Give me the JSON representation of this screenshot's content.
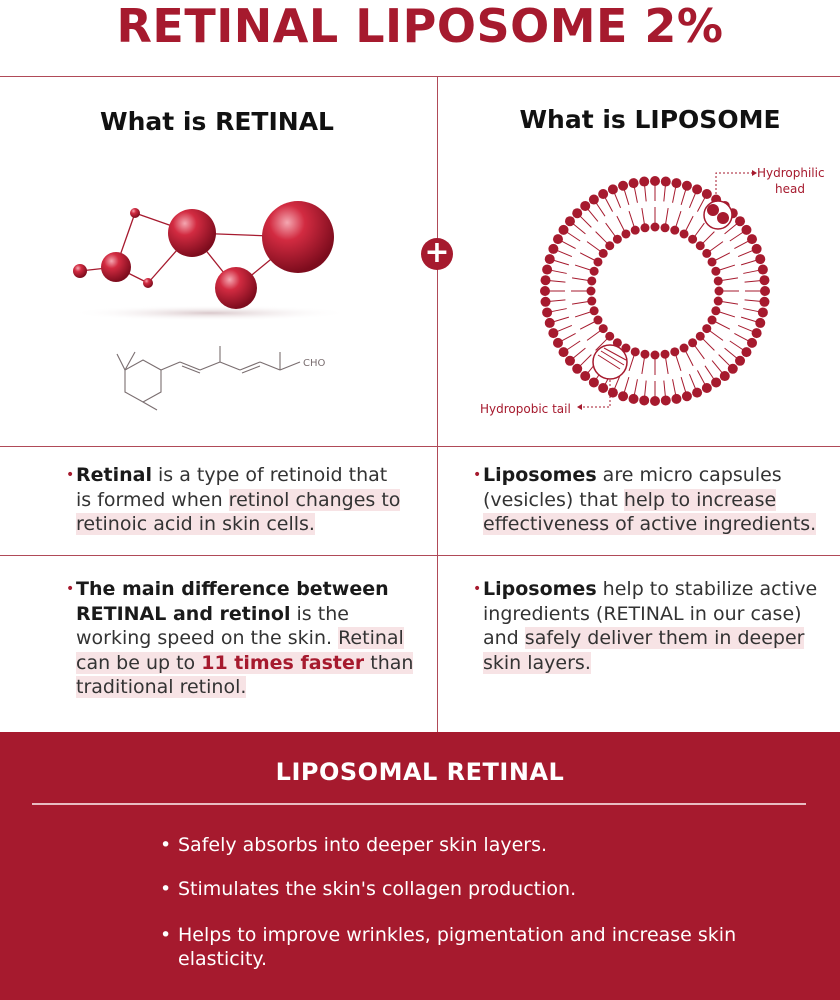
{
  "title": "RETINAL LIPOSOME 2%",
  "left": {
    "heading": "What is RETINAL",
    "formula_label": "CHO",
    "bullet1": {
      "strong": "Retinal",
      "text_a": " is a type of retinoid that is formed when ",
      "highlight": "retinol changes to retinoic acid in skin cells."
    },
    "bullet2": {
      "strong": "The main difference between RETINAL and retinol",
      "text_a": " is the working speed  on the skin. ",
      "highlight_a": "Retinal can be up to ",
      "red": "11 times faster",
      "highlight_b": " than traditional retinol."
    }
  },
  "right": {
    "heading": "What is LIPOSOME",
    "label_head": "Hydrophilic head",
    "label_head_1": "Hydrophilic",
    "label_head_2": "head",
    "label_tail": "Hydropobic tail",
    "bullet1": {
      "strong": "Liposomes",
      "text_a": " are micro capsules (vesicles) that ",
      "highlight": "help to increase effectiveness of active ingredients."
    },
    "bullet2": {
      "strong": "Liposomes",
      "text_a": " help to stabilize active ingredients (RETINAL in our case) and ",
      "highlight": "safely deliver them in deeper skin layers."
    }
  },
  "plus_symbol": "+",
  "bottom": {
    "title": "LIPOSOMAL RETINAL",
    "items": [
      "Safely absorbs into deeper skin layers.",
      "Stimulates the skin's collagen production.",
      "Helps to improve wrinkles, pigmentation and increase skin elasticity."
    ]
  },
  "colors": {
    "accent": "#a61a2e",
    "highlight": "#f7e3e5",
    "rule": "#b04a58"
  }
}
